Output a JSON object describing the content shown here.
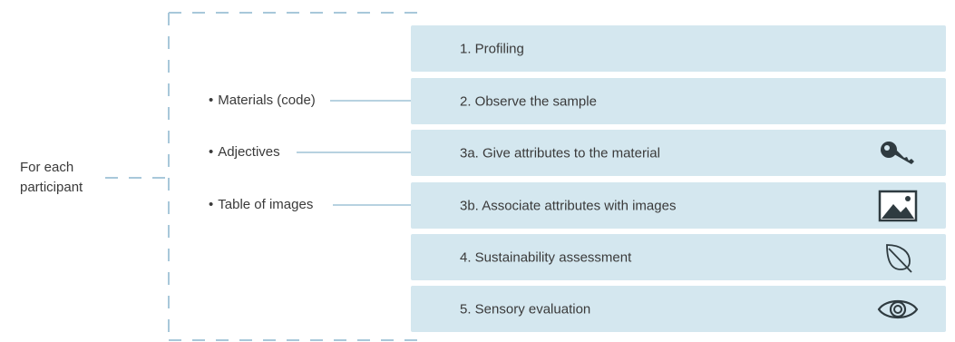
{
  "participant": {
    "line1": "For each",
    "line2": "participant"
  },
  "inputs": [
    {
      "label": "Materials (code)"
    },
    {
      "label": "Adjectives"
    },
    {
      "label": "Table of images"
    }
  ],
  "steps": [
    {
      "label": "1. Profiling",
      "icon": ""
    },
    {
      "label": "2. Observe the sample",
      "icon": ""
    },
    {
      "label": "3a. Give attributes to the material",
      "icon": "key-icon"
    },
    {
      "label": "3b. Associate attributes with images",
      "icon": "image-icon"
    },
    {
      "label": "4. Sustainability assessment",
      "icon": "leaf-icon"
    },
    {
      "label": "5. Sensory evaluation",
      "icon": "eye-icon"
    }
  ],
  "colors": {
    "box": "#d4e7ef",
    "connector": "#9fc3d6",
    "dashed": "#a8c8da",
    "icon": "#2f3b40"
  }
}
